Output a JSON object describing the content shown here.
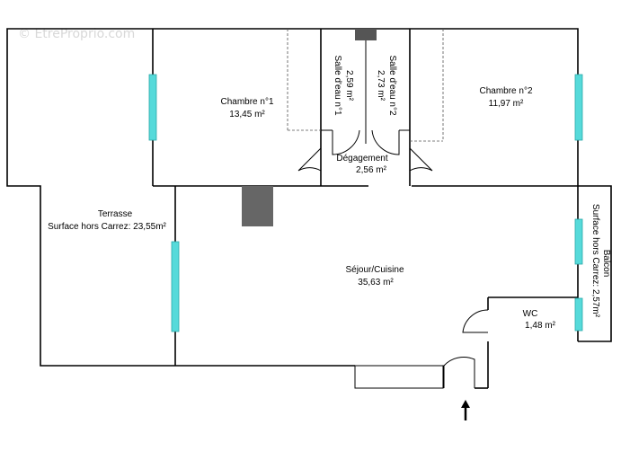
{
  "watermark": "© EtreProprio.com",
  "rooms": {
    "chambre1": {
      "name": "Chambre n°1",
      "area": "13,45  m²"
    },
    "chambre2": {
      "name": "Chambre n°2",
      "area": "11,97  m²"
    },
    "sde1": {
      "name": "Salle d'eau n°1",
      "area": "2,59  m²"
    },
    "sde2": {
      "name": "Salle d'eau n°2",
      "area": "2,73  m²"
    },
    "degagement": {
      "name": "Dégagement",
      "area": "2,56  m²"
    },
    "terrasse": {
      "name": "Terrasse",
      "area": "Surface hors Carrez: 23,55m²"
    },
    "sejour": {
      "name": "Séjour/Cuisine",
      "area": "35,63  m²"
    },
    "wc": {
      "name": "WC",
      "area": "1,48  m²"
    },
    "balcon": {
      "name": "Balcon",
      "area": "Surface hors Carrez: 2,57m²"
    }
  },
  "colors": {
    "window": "#56dada",
    "wall": "#000000",
    "column": "#666666"
  },
  "icons": {
    "entrance": "arrow-up-icon"
  }
}
